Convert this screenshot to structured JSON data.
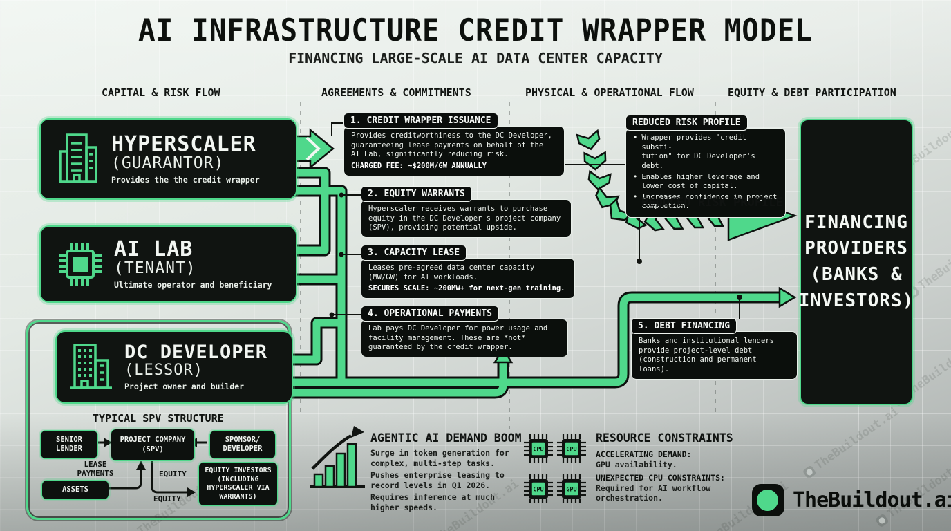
{
  "title": "AI INFRASTRUCTURE CREDIT WRAPPER MODEL",
  "subtitle": "FINANCING LARGE-SCALE AI DATA CENTER CAPACITY",
  "columns": [
    "CAPITAL & RISK FLOW",
    "AGREEMENTS & COMMITMENTS",
    "PHYSICAL & OPERATIONAL FLOW",
    "EQUITY & DEBT PARTICIPATION"
  ],
  "entities": {
    "hyperscaler": {
      "name": "HYPERSCALER",
      "role": "(GUARANTOR)",
      "desc": "Provides the the credit wrapper"
    },
    "ai_lab": {
      "name": "AI LAB",
      "role": "(TENANT)",
      "desc": "Ultimate operator and beneficiary"
    },
    "dc_developer": {
      "name": "DC DEVELOPER",
      "role": "(LESSOR)",
      "desc": "Project owner and builder"
    },
    "financing_providers": {
      "name": "FINANCING\nPROVIDERS\n(BANKS &\nINVESTORS)"
    }
  },
  "steps": [
    {
      "title": "1. CREDIT WRAPPER ISSUANCE",
      "body": "Provides creditworthiness to the DC Developer,\nguaranteeing lease payments on behalf of the\nAI Lab, significantly reducing risk.",
      "foot": "CHARGED FEE: ~$200M/GW ANNUALLY"
    },
    {
      "title": "2. EQUITY WARRANTS",
      "body": "Hyperscaler receives warrants to purchase\nequity in the DC Developer's project company\n(SPV), providing potential upside."
    },
    {
      "title": "3. CAPACITY LEASE",
      "body": "Leases pre-agreed data center capacity\n(MW/GW) for AI workloads.",
      "foot": "SECURES SCALE: ~200MW+ for next-gen training."
    },
    {
      "title": "4. OPERATIONAL PAYMENTS",
      "body": "Lab pays DC Developer for power usage and\nfacility management. These are *not*\nguaranteed by the credit wrapper."
    },
    {
      "title": "5. DEBT FINANCING",
      "body": "Banks and institutional lenders\nprovide project-level debt\n(construction and permanent loans)."
    }
  ],
  "risk_profile": {
    "title": "REDUCED RISK PROFILE",
    "bullets": [
      "Wrapper provides \"credit substi-\ntution\" for DC Developer's debt.",
      "Enables higher leverage and\nlower cost of capital.",
      "Increases confidence in project\ncompletion."
    ],
    "arrow_label": "REDUCED RISK PROFILE"
  },
  "spv": {
    "title": "TYPICAL SPV STRUCTURE",
    "nodes": {
      "senior_lender": "SENIOR\nLENDER",
      "project_company": "PROJECT COMPANY\n(SPV)",
      "sponsor": "SPONSOR/\nDEVELOPER",
      "assets": "ASSETS",
      "equity_investors": "EQUITY INVESTORS\n(INCLUDING\nHYPERSCALER VIA\nWARRANTS)"
    },
    "labels": {
      "lease": "LEASE\nPAYMENTS",
      "equity1": "EQUITY",
      "equity2": "EQUITY"
    }
  },
  "demand": {
    "title": "AGENTIC AI DEMAND BOOM",
    "points": [
      "Surge in token generation for\ncomplex, multi-step tasks.",
      "Pushes enterprise leasing to\nrecord levels in Q1 2026.",
      "Requires inference at much\nhigher speeds."
    ]
  },
  "constraints": {
    "title": "RESOURCE CONSTRAINTS",
    "item1_label": "ACCELERATING DEMAND:",
    "item1_text": "GPU availability.",
    "item2_label": "UNEXPECTED CPU CONSTRAINTS:",
    "item2_text": "Required for AI workflow\norchestration.",
    "chips": [
      "CPU",
      "GPU",
      "CPU",
      "GPU"
    ]
  },
  "logo_text": "TheBuildout.ai",
  "watermark": "TheBuildout.ai",
  "colors": {
    "accent_green": "#4fd88b",
    "panel_dark": "#0e120f",
    "background_light": "#e9efe9"
  }
}
